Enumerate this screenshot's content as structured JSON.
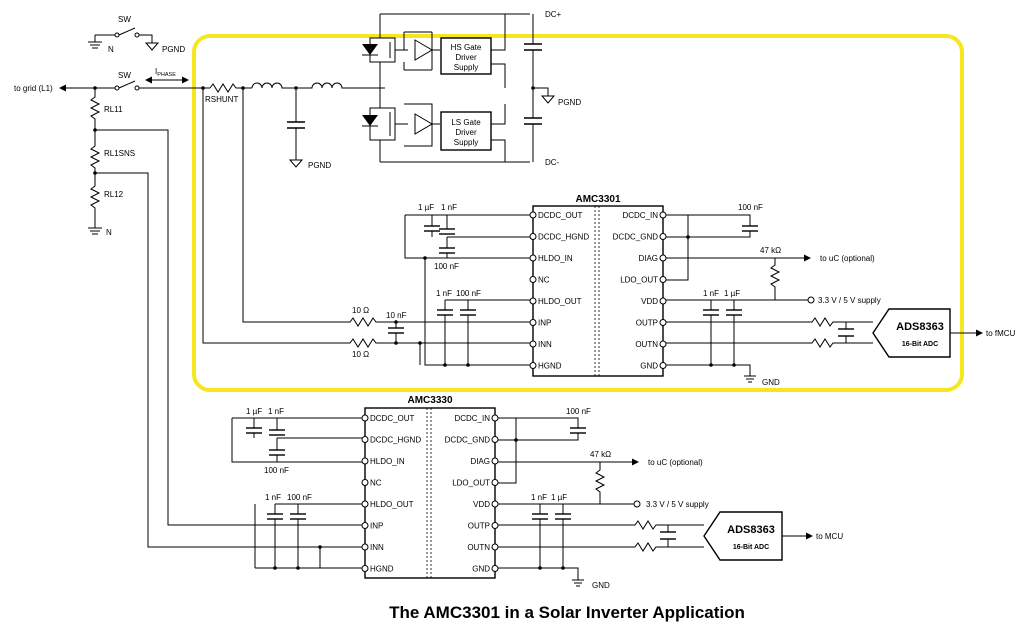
{
  "caption": "The AMC3301 in a Solar Inverter Application",
  "highlight_color": "#f6e620",
  "power": {
    "dc_plus": "DC+",
    "dc_minus": "DC-",
    "pgnd": "PGND",
    "hs_driver": [
      "HS Gate",
      "Driver",
      "Supply"
    ],
    "ls_driver": [
      "LS Gate",
      "Driver",
      "Supply"
    ],
    "rshunt": "RSHUNT",
    "iphase": "I",
    "iphase_sub": "PHASE",
    "sw": "SW",
    "n": "N",
    "to_grid": "to grid (L1)"
  },
  "divider": {
    "rl11": "RL11",
    "rl1sns": "RL1SNS",
    "rl12": "RL12",
    "n": "N"
  },
  "amc3301": {
    "name": "AMC3301",
    "left_pins": [
      "DCDC_OUT",
      "DCDC_HGND",
      "HLDO_IN",
      "NC",
      "HLDO_OUT",
      "INP",
      "INN",
      "HGND"
    ],
    "right_pins": [
      "DCDC_IN",
      "DCDC_GND",
      "DIAG",
      "LDO_OUT",
      "VDD",
      "OUTP",
      "OUTN",
      "GND"
    ],
    "cap_1u": "1 µF",
    "cap_1n": "1 nF",
    "cap_100n_low": "100 nF",
    "cap_1n_ldo": "1 nF",
    "cap_100n_ldo": "100 nF",
    "res_10a": "10 Ω",
    "res_10b": "10 Ω",
    "cap_10n": "10 nF",
    "cap_100n_r": "100 nF",
    "res_47k": "47 kΩ",
    "to_uc": "to uC (optional)",
    "vdd_cap_1n": "1 nF",
    "vdd_cap_1u": "1 µF",
    "supply": "3.3 V / 5 V supply",
    "gnd": "GND",
    "adc_name": "ADS8363",
    "adc_sub": "16-Bit ADC",
    "to_mcu": "to fMCU"
  },
  "amc3330": {
    "name": "AMC3330",
    "left_pins": [
      "DCDC_OUT",
      "DCDC_HGND",
      "HLDO_IN",
      "NC",
      "HLDO_OUT",
      "INP",
      "INN",
      "HGND"
    ],
    "right_pins": [
      "DCDC_IN",
      "DCDC_GND",
      "DIAG",
      "LDO_OUT",
      "VDD",
      "OUTP",
      "OUTN",
      "GND"
    ],
    "cap_1u": "1 µF",
    "cap_1n": "1 nF",
    "cap_100n_low": "100 nF",
    "cap_1n_ldo": "1 nF",
    "cap_100n_ldo": "100 nF",
    "cap_100n_r": "100 nF",
    "res_47k": "47 kΩ",
    "to_uc": "to uC (optional)",
    "vdd_cap_1n": "1 nF",
    "vdd_cap_1u": "1 µF",
    "supply": "3.3 V / 5 V supply",
    "gnd": "GND",
    "adc_name": "ADS8363",
    "adc_sub": "16-Bit ADC",
    "to_mcu": "to MCU"
  }
}
